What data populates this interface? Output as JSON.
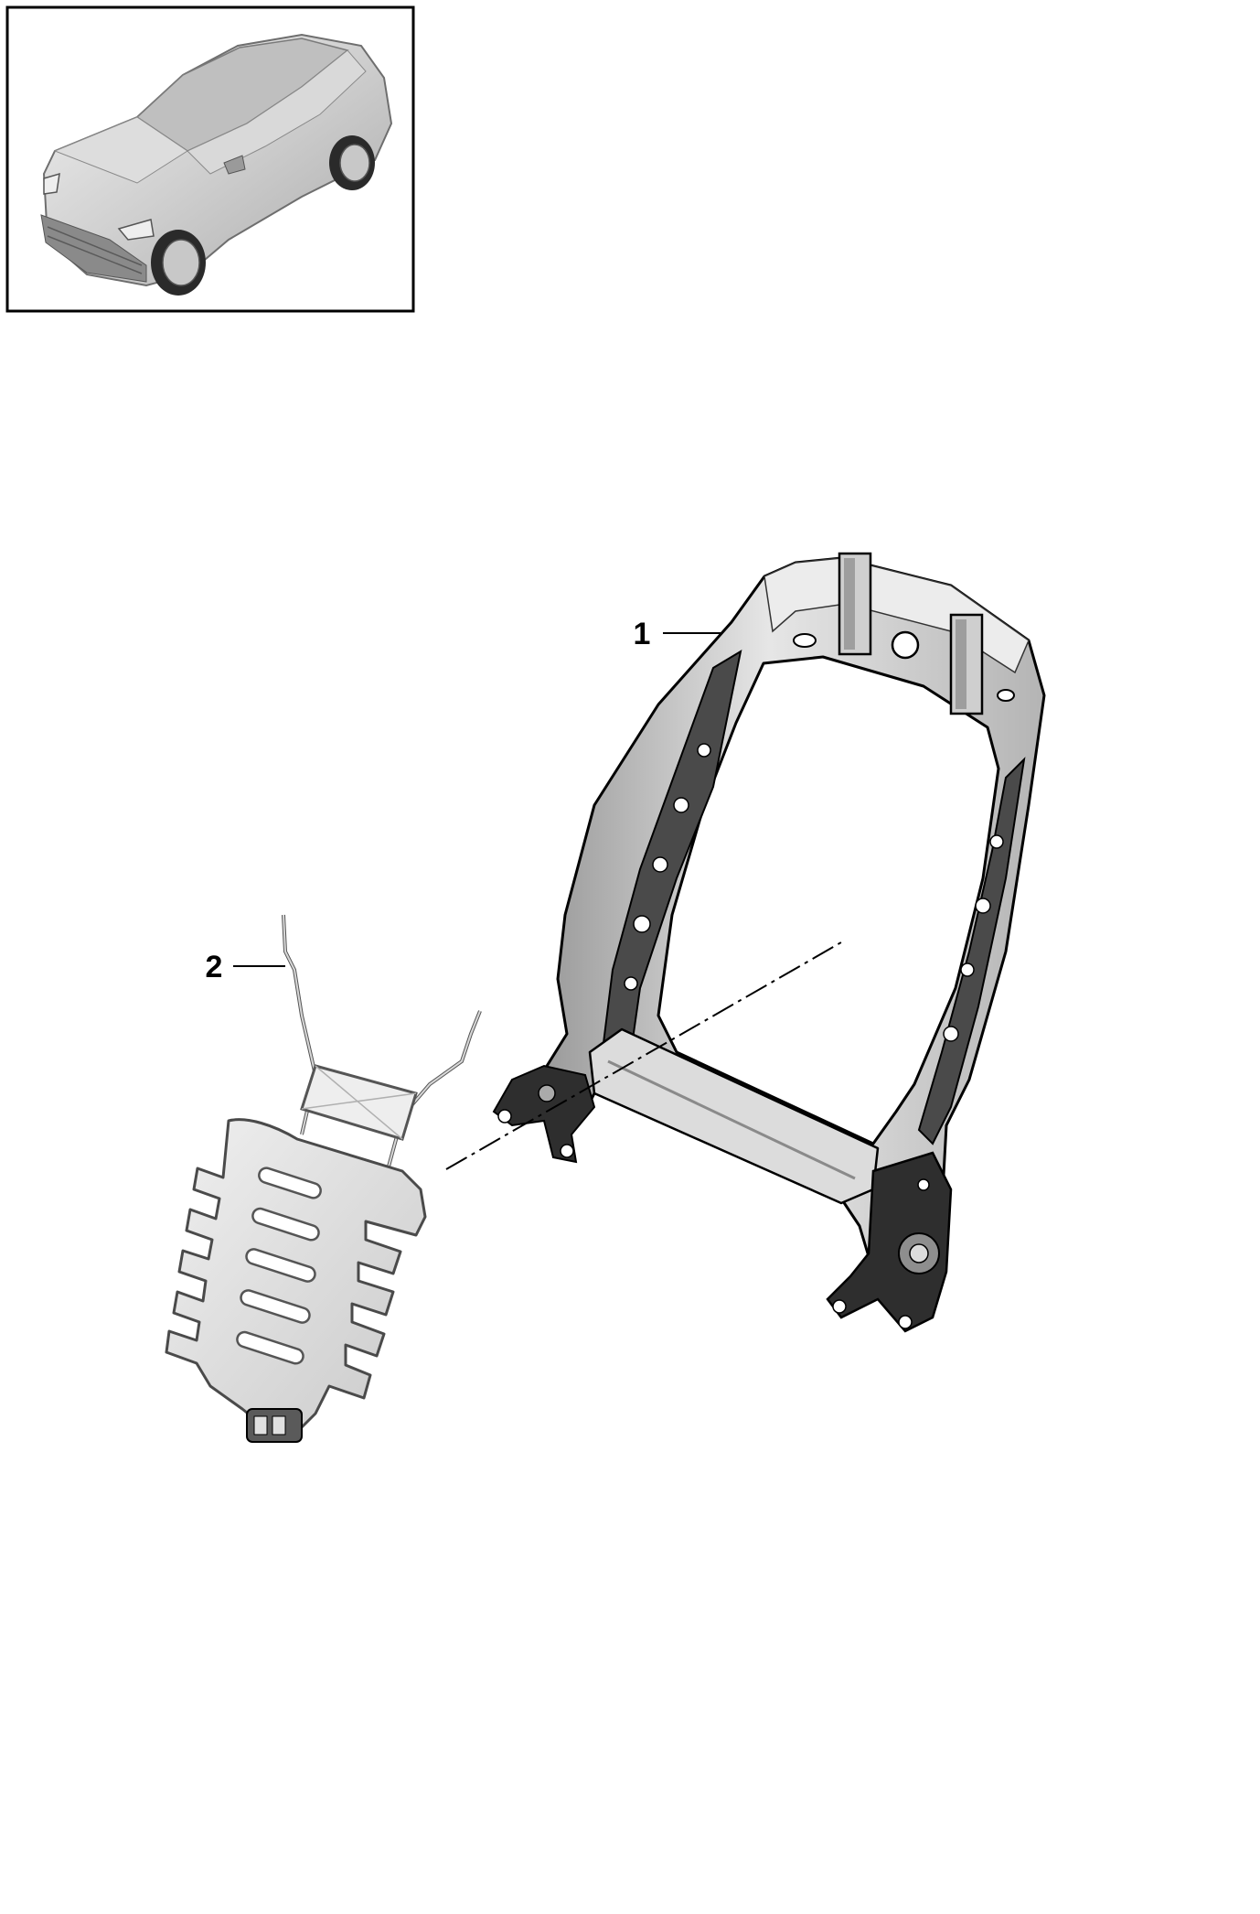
{
  "callouts": [
    {
      "id": "1",
      "label": "1"
    },
    {
      "id": "2",
      "label": "2"
    }
  ],
  "colors": {
    "outline": "#000000",
    "metal_light": "#e2e2e2",
    "metal_mid": "#bdbdbd",
    "metal_dark": "#3a3a3a",
    "car_body": "#d2d2d2",
    "background": "#ffffff"
  },
  "icons": {
    "thumbnail": "vehicle-thumbnail-icon",
    "part_1": "seat-backrest-frame",
    "part_2": "lumbar-support-mat"
  }
}
